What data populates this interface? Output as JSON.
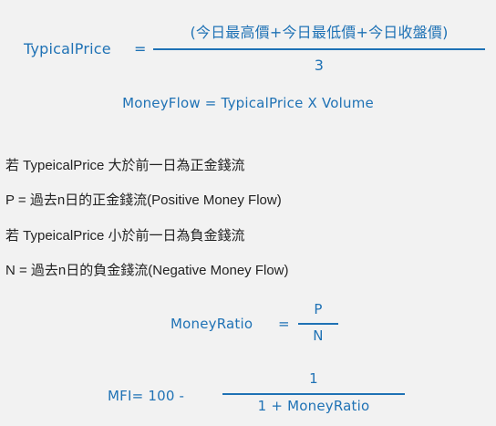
{
  "formula_typical": {
    "lhs": "TypicalPrice",
    "equals": "=",
    "numerator": "(今日最高價+今日最低價+今日收盤價)",
    "denominator": "3"
  },
  "formula_moneyflow": {
    "text": "MoneyFlow = TypicalPrice X Volume"
  },
  "rules": [
    "若 TypeicalPrice 大於前一日為正金錢流",
    "P = 過去n日的正金錢流(Positive Money Flow)",
    "若 TypeicalPrice 小於前一日為負金錢流",
    "N = 過去n日的負金錢流(Negative Money Flow)"
  ],
  "formula_moneyratio": {
    "lhs": "MoneyRatio",
    "equals": "=",
    "numerator": "P",
    "denominator": "N"
  },
  "formula_mfi": {
    "lhs": "MFI= 100 -",
    "numerator": "1",
    "denominator": "1 + MoneyRatio"
  },
  "colors": {
    "formula_blue": "#1f72b5",
    "text_dark": "#222222",
    "background": "#f2f2f2"
  }
}
